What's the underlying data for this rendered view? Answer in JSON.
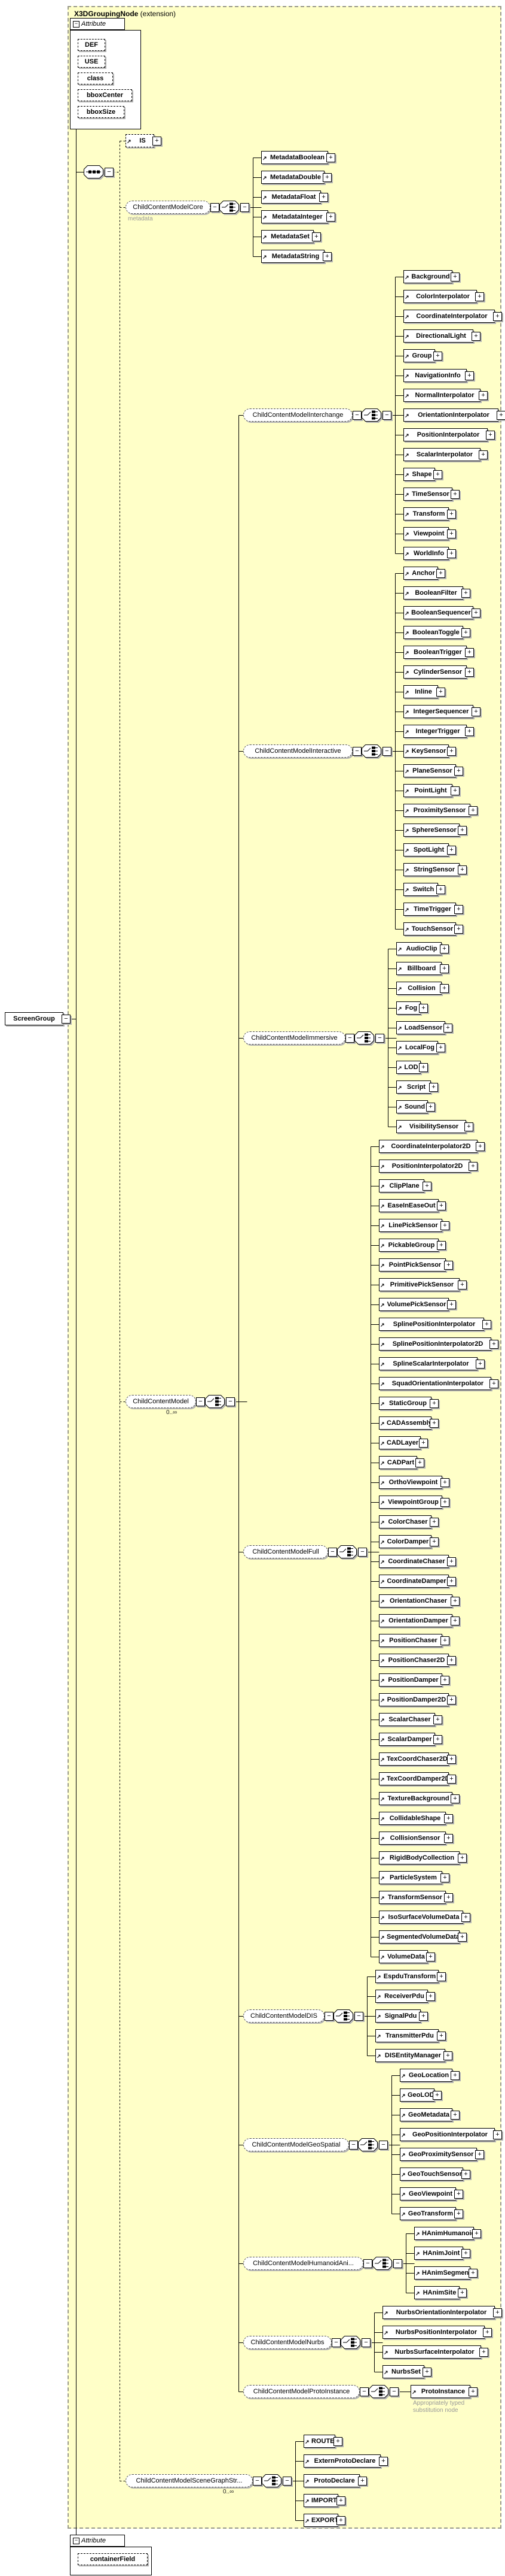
{
  "diagram": {
    "base_type_label": "X3DGroupingNode",
    "base_type_suffix": " (extension)",
    "root_element": "ScreenGroup",
    "top_attributes": {
      "panel": "Attribute",
      "items": [
        "DEF",
        "USE",
        "class",
        "bboxCenter",
        "bboxSize"
      ]
    },
    "bottom_attributes": {
      "panel": "Attribute",
      "items": [
        "containerField"
      ]
    },
    "is_element": "IS",
    "child_content_model": {
      "label": "ChildContentModel",
      "occurs": "0..∞"
    },
    "core_group": {
      "id": "core",
      "label": "ChildContentModelCore",
      "annotation": "metadata",
      "children": [
        "MetadataBoolean",
        "MetadataDouble",
        "MetadataFloat",
        "MetadataInteger",
        "MetadataSet",
        "MetadataString"
      ]
    },
    "profile_groups": [
      {
        "id": "interchange",
        "label": "ChildContentModelInterchange",
        "children": [
          "Background",
          "ColorInterpolator",
          "CoordinateInterpolator",
          "DirectionalLight",
          "Group",
          "NavigationInfo",
          "NormalInterpolator",
          "OrientationInterpolator",
          "PositionInterpolator",
          "ScalarInterpolator",
          "Shape",
          "TimeSensor",
          "Transform",
          "Viewpoint",
          "WorldInfo"
        ]
      },
      {
        "id": "interactive",
        "label": "ChildContentModelInteractive",
        "children": [
          "Anchor",
          "BooleanFilter",
          "BooleanSequencer",
          "BooleanToggle",
          "BooleanTrigger",
          "CylinderSensor",
          "Inline",
          "IntegerSequencer",
          "IntegerTrigger",
          "KeySensor",
          "PlaneSensor",
          "PointLight",
          "ProximitySensor",
          "SphereSensor",
          "SpotLight",
          "StringSensor",
          "Switch",
          "TimeTrigger",
          "TouchSensor"
        ]
      },
      {
        "id": "immersive",
        "label": "ChildContentModelImmersive",
        "children": [
          "AudioClip",
          "Billboard",
          "Collision",
          "Fog",
          "LoadSensor",
          "LocalFog",
          "LOD",
          "Script",
          "Sound",
          "VisibilitySensor"
        ]
      },
      {
        "id": "full",
        "label": "ChildContentModelFull",
        "children": [
          "CoordinateInterpolator2D",
          "PositionInterpolator2D",
          "ClipPlane",
          "EaseInEaseOut",
          "LinePickSensor",
          "PickableGroup",
          "PointPickSensor",
          "PrimitivePickSensor",
          "VolumePickSensor",
          "SplinePositionInterpolator",
          "SplinePositionInterpolator2D",
          "SplineScalarInterpolator",
          "SquadOrientationInterpolator",
          "StaticGroup",
          "CADAssembly",
          "CADLayer",
          "CADPart",
          "OrthoViewpoint",
          "ViewpointGroup",
          "ColorChaser",
          "ColorDamper",
          "CoordinateChaser",
          "CoordinateDamper",
          "OrientationChaser",
          "OrientationDamper",
          "PositionChaser",
          "PositionChaser2D",
          "PositionDamper",
          "PositionDamper2D",
          "ScalarChaser",
          "ScalarDamper",
          "TexCoordChaser2D",
          "TexCoordDamper2D",
          "TextureBackground",
          "CollidableShape",
          "CollisionSensor",
          "RigidBodyCollection",
          "ParticleSystem",
          "TransformSensor",
          "IsoSurfaceVolumeData",
          "SegmentedVolumeData",
          "VolumeData"
        ]
      },
      {
        "id": "dis",
        "label": "ChildContentModelDIS",
        "children": [
          "EspduTransform",
          "ReceiverPdu",
          "SignalPdu",
          "TransmitterPdu",
          "DISEntityManager"
        ]
      },
      {
        "id": "geospatial",
        "label": "ChildContentModelGeoSpatial",
        "children": [
          "GeoLocation",
          "GeoLOD",
          "GeoMetadata",
          "GeoPositionInterpolator",
          "GeoProximitySensor",
          "GeoTouchSensor",
          "GeoViewpoint",
          "GeoTransform"
        ]
      },
      {
        "id": "hanim",
        "label": "ChildContentModelHumanoidAni...",
        "children": [
          "HAnimHumanoid",
          "HAnimJoint",
          "HAnimSegment",
          "HAnimSite"
        ]
      },
      {
        "id": "nurbs",
        "label": "ChildContentModelNurbs",
        "children": [
          "NurbsOrientationInterpolator",
          "NurbsPositionInterpolator",
          "NurbsSurfaceInterpolator",
          "NurbsSet"
        ]
      },
      {
        "id": "protoinstance",
        "label": "ChildContentModelProtoInstance",
        "children": [
          "ProtoInstance"
        ],
        "child_annotation": [
          "Appropriately typed",
          "substitution node"
        ]
      }
    ],
    "scenegraph_group": {
      "id": "scenegraph",
      "label": "ChildContentModelSceneGraphStr...",
      "occurs": "0..∞",
      "children": [
        "ROUTE",
        "ExternProtoDeclare",
        "ProtoDeclare",
        "IMPORT",
        "EXPORT"
      ]
    }
  }
}
